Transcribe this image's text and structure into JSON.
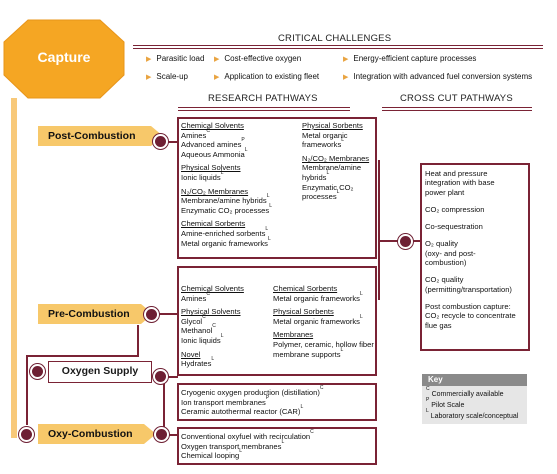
{
  "capture_label": "Capture",
  "critical_challenges": {
    "title": "CRITICAL CHALLENGES",
    "items": [
      "Parasitic load",
      "Cost-effective oxygen",
      "Energy-efficient capture processes",
      "Scale-up",
      "Application to existing fleet",
      "Integration with advanced fuel conversion systems"
    ]
  },
  "research_pathways_title": "RESEARCH PATHWAYS",
  "cross_cut_title": "CROSS CUT PATHWAYS",
  "stages": {
    "post": "Post-Combustion",
    "pre": "Pre-Combustion",
    "oxygen": "Oxygen Supply",
    "oxy": "Oxy-Combustion"
  },
  "post_box": {
    "left": {
      "chem_solvents": "Chemical Solvents",
      "amines": "Amines",
      "advanced_amines": "Advanced amines",
      "aqueous_ammonia": "Aqueous Ammonia",
      "phys_solvents": "Physical Solvents",
      "ionic_liquids": "Ionic liquids",
      "membranes": "N₂/CO₂ Membranes",
      "membrane_hybrids": "Membrane/amine hybrids",
      "enzymatic": "Enzymatic CO₂ processes",
      "chem_sorbents": "Chemical Sorbents",
      "amine_enriched": "Amine-enriched sorbents",
      "mof": "Metal organic frameworks"
    },
    "right": {
      "phys_sorbents": "Physical Sorbents",
      "mof1": "Metal organic",
      "mof2": "frameworks",
      "membranes": "N₂/CO₂ Membranes",
      "mem1": "Membrane/amine",
      "mem2": "hybrids",
      "enz1": "Enzymatic CO₂",
      "enz2": "processes"
    }
  },
  "pre_box": {
    "left": {
      "chem_solvents": "Chemical Solvents",
      "amines": "Amines",
      "phys_solvents": "Physical Solvents",
      "glycol": "Glycol",
      "methanol": "Methanol",
      "ionic_liquids": "Ionic liquids",
      "novel": "Novel",
      "hydrates": "Hydrates"
    },
    "right": {
      "chem_sorbents": "Chemical Sorbents",
      "mof_chem": "Metal organic frameworks",
      "phys_sorbents": "Physical Sorbents",
      "mof_phys": "Metal organic frameworks",
      "membranes": "Membranes",
      "mem1": "Polymer, ceramic, hollow fiber",
      "mem2": "membrane supports"
    }
  },
  "oxygen_box": {
    "line1": "Cryogenic oxygen production (distillation)",
    "line2": "Ion transport membranes",
    "line3": "Ceramic autothermal reactor (CAR)"
  },
  "oxy_box": {
    "line1": "Conventional oxyfuel with recirculation",
    "line2": "Oxygen transport membranes",
    "line3": "Chemical looping"
  },
  "cross_cut": {
    "hp1": "Heat and pressure",
    "hp2": "integration with base",
    "hp3": "power plant",
    "co2comp": "CO₂ compression",
    "coseq": "Co-sequestration",
    "o2q1": "O₂ quality",
    "o2q2": "(oxy- and post-",
    "o2q3": "combustion)",
    "co2q1": "CO₂ quality",
    "co2q2": "(permitting/transportation)",
    "pc1": "Post combustion capture:",
    "pc2": "CO₂ recycle to concentrate",
    "pc3": "flue gas"
  },
  "key": {
    "title": "Key",
    "c": "Commercially available",
    "p": "Pilot Scale",
    "l": "Laboratory scale/conceptual",
    "c_sup": "C",
    "p_sup": "P",
    "l_sup": "L"
  },
  "colors": {
    "octagon": "#f5a623",
    "arrow": "#f7c86a",
    "maroon": "#7a2335",
    "key_header": "#8a8a8a"
  }
}
